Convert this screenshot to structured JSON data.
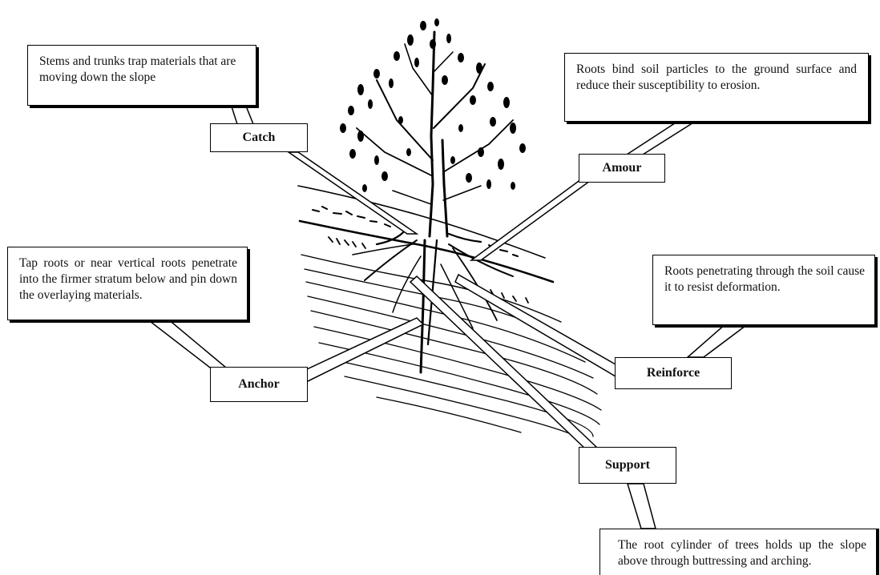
{
  "diagram": {
    "labels": {
      "catch": "Catch",
      "amour": "Amour",
      "anchor": "Anchor",
      "reinforce": "Reinforce",
      "support": "Support"
    },
    "descriptions": {
      "catch": "Stems and trunks trap materials that are moving down the slope",
      "amour": "Roots bind soil particles to the ground surface and reduce their susceptibility to erosion.",
      "anchor": "Tap roots or near vertical roots penetrate into the firmer stratum below and pin down the overlaying materials.",
      "reinforce": "Roots penetrating through the soil cause it to resist deformation.",
      "support": "The root cylinder of trees holds up the slope above through buttressing and arching."
    }
  }
}
